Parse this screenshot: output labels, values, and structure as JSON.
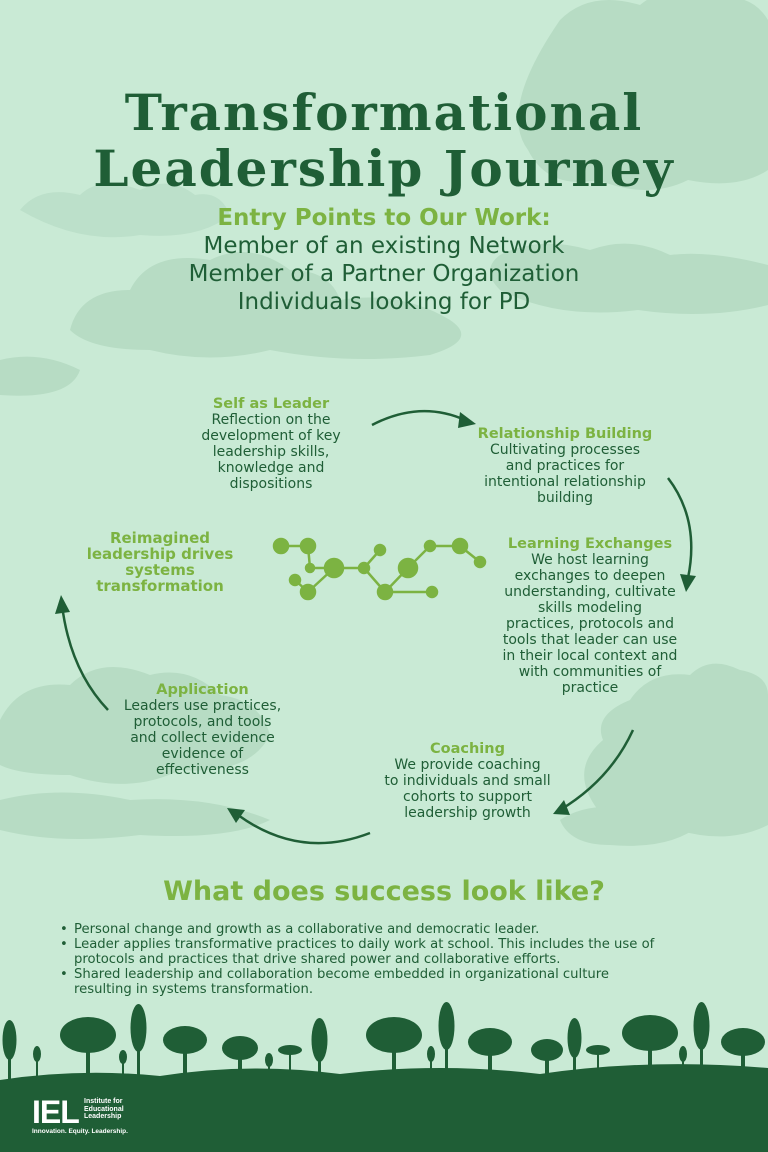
{
  "title": {
    "line1": "Transformational",
    "line2": "Leadership Journey"
  },
  "entry_points": {
    "heading": "Entry Points to Our Work:",
    "items": [
      "Member of an existing Network",
      "Member of a Partner Organization",
      "Individuals looking for PD"
    ]
  },
  "stages": {
    "self_as_leader": {
      "heading": "Self as Leader",
      "lines": [
        "Reflection on the",
        "development of key",
        "leadership skills,",
        "knowledge and",
        "dispositions"
      ]
    },
    "relationship_building": {
      "heading": "Relationship Building",
      "lines": [
        "Cultivating processes",
        "and practices for",
        "intentional relationship",
        "building"
      ]
    },
    "learning_exchanges": {
      "heading": "Learning Exchanges",
      "lines": [
        "We host learning",
        "exchanges to deepen",
        "understanding, cultivate",
        "skills modeling",
        "practices, protocols and",
        "tools that leader can use",
        "in their local context and",
        "with communities of",
        "practice"
      ]
    },
    "coaching": {
      "heading": "Coaching",
      "lines": [
        "We provide coaching",
        "to individuals and small",
        "cohorts to support",
        "leadership growth"
      ]
    },
    "application": {
      "heading": "Application",
      "lines": [
        "Leaders use practices,",
        "protocols, and tools",
        "and collect evidence",
        "evidence of",
        "effectiveness"
      ]
    },
    "reimagined": {
      "lines": [
        "Reimagined",
        "leadership drives",
        "systems",
        "transformation"
      ]
    }
  },
  "success": {
    "heading": "What does success look like?",
    "items": [
      [
        "Personal change and growth as a collaborative and democratic leader."
      ],
      [
        "Leader applies transformative practices to daily work at school. This includes the use of",
        "protocols and practices that drive shared power and collaborative efforts."
      ],
      [
        "Shared leadership and collaboration become embedded in organizational culture",
        "resulting in systems transformation."
      ]
    ]
  },
  "logo": {
    "mark": "IEL",
    "name_lines": [
      "Institute for",
      "Educational",
      "Leadership"
    ],
    "tagline": "Innovation. Equity. Leadership."
  },
  "colors": {
    "background": "#c9ead5",
    "dark_green": "#1f5e36",
    "light_green": "#7cb342",
    "cloud": "#b7dcc4"
  },
  "icons": [
    "network-molecule-icon",
    "forest-silhouette",
    "cycle-arrows"
  ]
}
